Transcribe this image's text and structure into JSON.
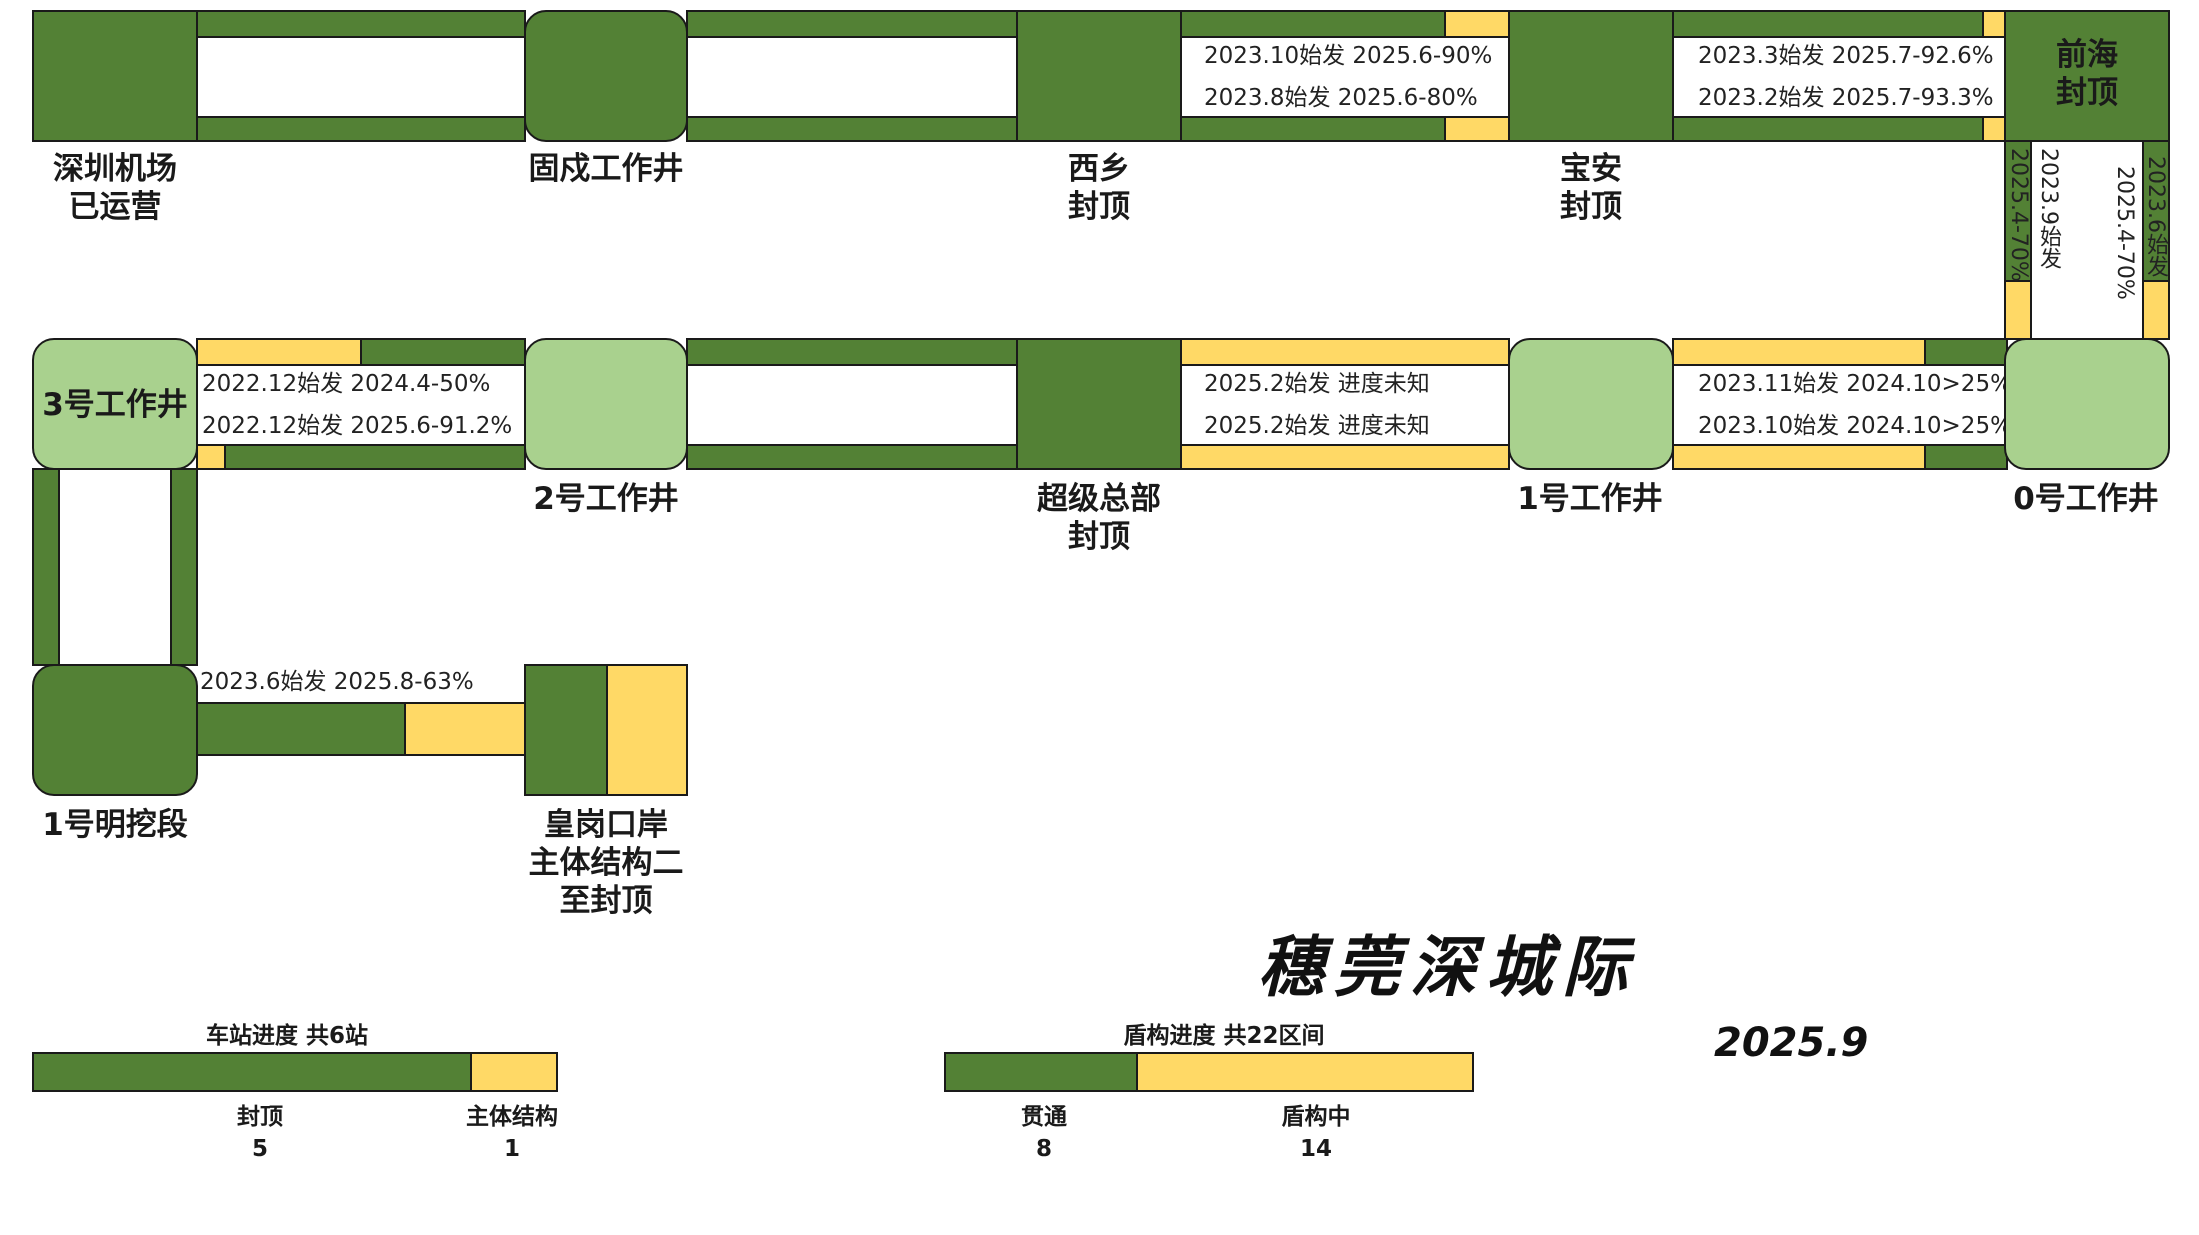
{
  "title": "穗莞深城际",
  "date": "2025.9",
  "colors": {
    "done": "#538135",
    "light": "#a9d18e",
    "in_progress": "#ffd966",
    "border": "#1a1a1a"
  },
  "stations": {
    "shenzhen_airport": "深圳机场\n已运营",
    "guxu_shaft": "固戍工作井",
    "xixiang": "西乡\n封顶",
    "baoan": "宝安\n封顶",
    "qianhai": "前海\n封顶",
    "shaft3": "3号工作井",
    "shaft2": "2号工作井",
    "super_hq": "超级总部\n封顶",
    "shaft1": "1号工作井",
    "shaft0": "0号工作井",
    "open_cut1": "1号明挖段",
    "huanggang": "皇岗口岸\n主体结构二\n至封顶"
  },
  "tunnels": {
    "xixiang_baoan_top": "2023.10始发 2025.6-90%",
    "xixiang_baoan_bottom": "2023.8始发 2025.6-80%",
    "baoan_qianhai_top": "2023.3始发 2025.7-92.6%",
    "baoan_qianhai_bottom": "2023.2始发 2025.7-93.3%",
    "qianhai_down_a": "2025.4-70%",
    "qianhai_down_b": "2023.9始发",
    "qianhai_down_c": "2025.4-70%",
    "qianhai_down_d": "2023.6始发",
    "shaft3_shaft2_top": "2022.12始发 2024.4-50%",
    "shaft3_shaft2_bottom": "2022.12始发 2025.6-91.2%",
    "hq_shaft1_top": "2025.2始发 进度未知",
    "hq_shaft1_bottom": "2025.2始发 进度未知",
    "shaft1_shaft0_top": "2023.11始发 2024.10>25%",
    "shaft1_shaft0_bottom": "2023.10始发 2024.10>25%",
    "opencut_huanggang": "2023.6始发 2025.8-63%"
  },
  "legend": {
    "stations": {
      "title": "车站进度 共6站",
      "done_label": "封顶",
      "done_count": "5",
      "wip_label": "主体结构",
      "wip_count": "1",
      "done_fraction": 0.8333
    },
    "shield": {
      "title": "盾构进度 共22区间",
      "done_label": "贯通",
      "done_count": "8",
      "wip_label": "盾构中",
      "wip_count": "14",
      "done_fraction": 0.3636
    }
  }
}
